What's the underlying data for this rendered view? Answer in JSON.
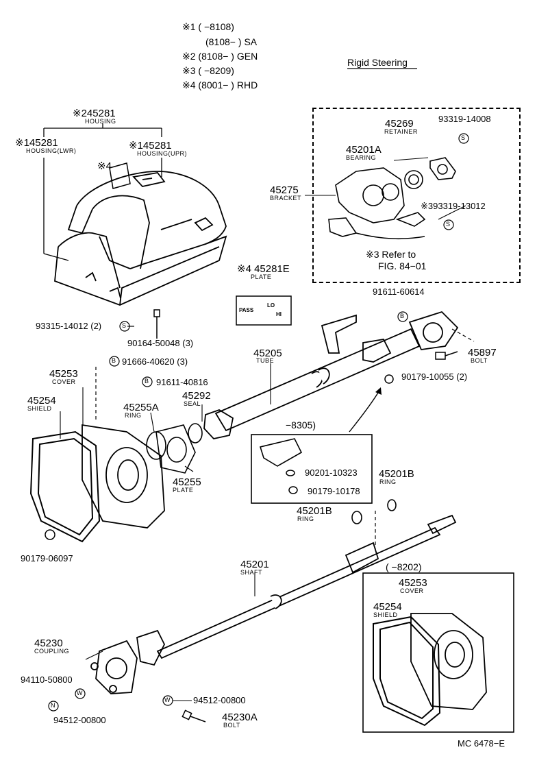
{
  "notes": [
    {
      "mark": "※1",
      "range": "(        −8108)",
      "suffix": ""
    },
    {
      "mark": "",
      "range": "(8108−        )",
      "suffix": "SA"
    },
    {
      "mark": "※2",
      "range": "(8108−        )",
      "suffix": "GEN"
    },
    {
      "mark": "※3",
      "range": "(        −8209)",
      "suffix": ""
    },
    {
      "mark": "※4",
      "range": "(8001−        )",
      "suffix": "RHD"
    }
  ],
  "header_title": "Rigid Steering",
  "parts": {
    "housing": {
      "mark": "※2",
      "code": "45281",
      "name": "HOUSING"
    },
    "housing_lwr": {
      "mark": "※1",
      "code": "45281",
      "name": "HOUSING(LWR)"
    },
    "housing_upr": {
      "mark": "※1",
      "code": "45281",
      "name": "HOUSING(UPR)"
    },
    "mark4": "※4",
    "plate_e": {
      "mark": "※4",
      "code": "45281E",
      "name": "PLATE"
    },
    "plate_words": [
      "PASS",
      "LO",
      "HI"
    ],
    "retainer": {
      "code": "45269",
      "name": "RETAINER"
    },
    "bolt_93319_14008": "93319-14008",
    "bearing": {
      "code": "45201A",
      "name": "BEARING"
    },
    "bracket": {
      "code": "45275",
      "name": "BRACKET"
    },
    "bolt_93319_13012": {
      "mark": "※3",
      "code": "93319-13012"
    },
    "refer": {
      "mark": "※3",
      "line1": "Refer to",
      "line2": "FIG. 84−01"
    },
    "screw_93315": "93315-14012 (2)",
    "screw_90164": "90164-50048 (3)",
    "bolt_91611_60614": "91611-60614",
    "tube": {
      "code": "45205",
      "name": "TUBE"
    },
    "bolt_45897": {
      "code": "45897",
      "name": "BOLT"
    },
    "screw_91666": "91666-40620 (3)",
    "cover": {
      "code": "45253",
      "name": "COVER"
    },
    "bolt_91611_40816": "91611-40816",
    "nut_90179_10055": "90179-10055 (2)",
    "shield": {
      "code": "45254",
      "name": "SHIELD"
    },
    "ring_45255a": {
      "code": "45255A",
      "name": "RING"
    },
    "seal": {
      "code": "45292",
      "name": "SEAL"
    },
    "inset1_range": "−8305)",
    "nut_90201": "90201-10323",
    "nut_90179_10178": "90179-10178",
    "plate_45255": {
      "code": "45255",
      "name": "PLATE"
    },
    "ring_45201b_a": {
      "code": "45201B",
      "name": "RING"
    },
    "ring_45201b_b": {
      "code": "45201B",
      "name": "RING"
    },
    "nut_90179_06097": "90179-06097",
    "shaft": {
      "code": "45201",
      "name": "SHAFT"
    },
    "inset2_range": "(        −8202)",
    "cover2": {
      "code": "45253",
      "name": "COVER"
    },
    "shield2": {
      "code": "45254",
      "name": "SHIELD"
    },
    "coupling": {
      "code": "45230",
      "name": "COUPLING"
    },
    "bolt_94110": "94110-50800",
    "washer_94512_a": "94512-00800",
    "washer_94512_b": "94512-00800",
    "bolt_45230a": {
      "code": "45230A",
      "name": "BOLT"
    }
  },
  "symbols": {
    "S": "S",
    "B": "B",
    "N": "N",
    "W": "W"
  },
  "figure_code": "MC 6478−E"
}
